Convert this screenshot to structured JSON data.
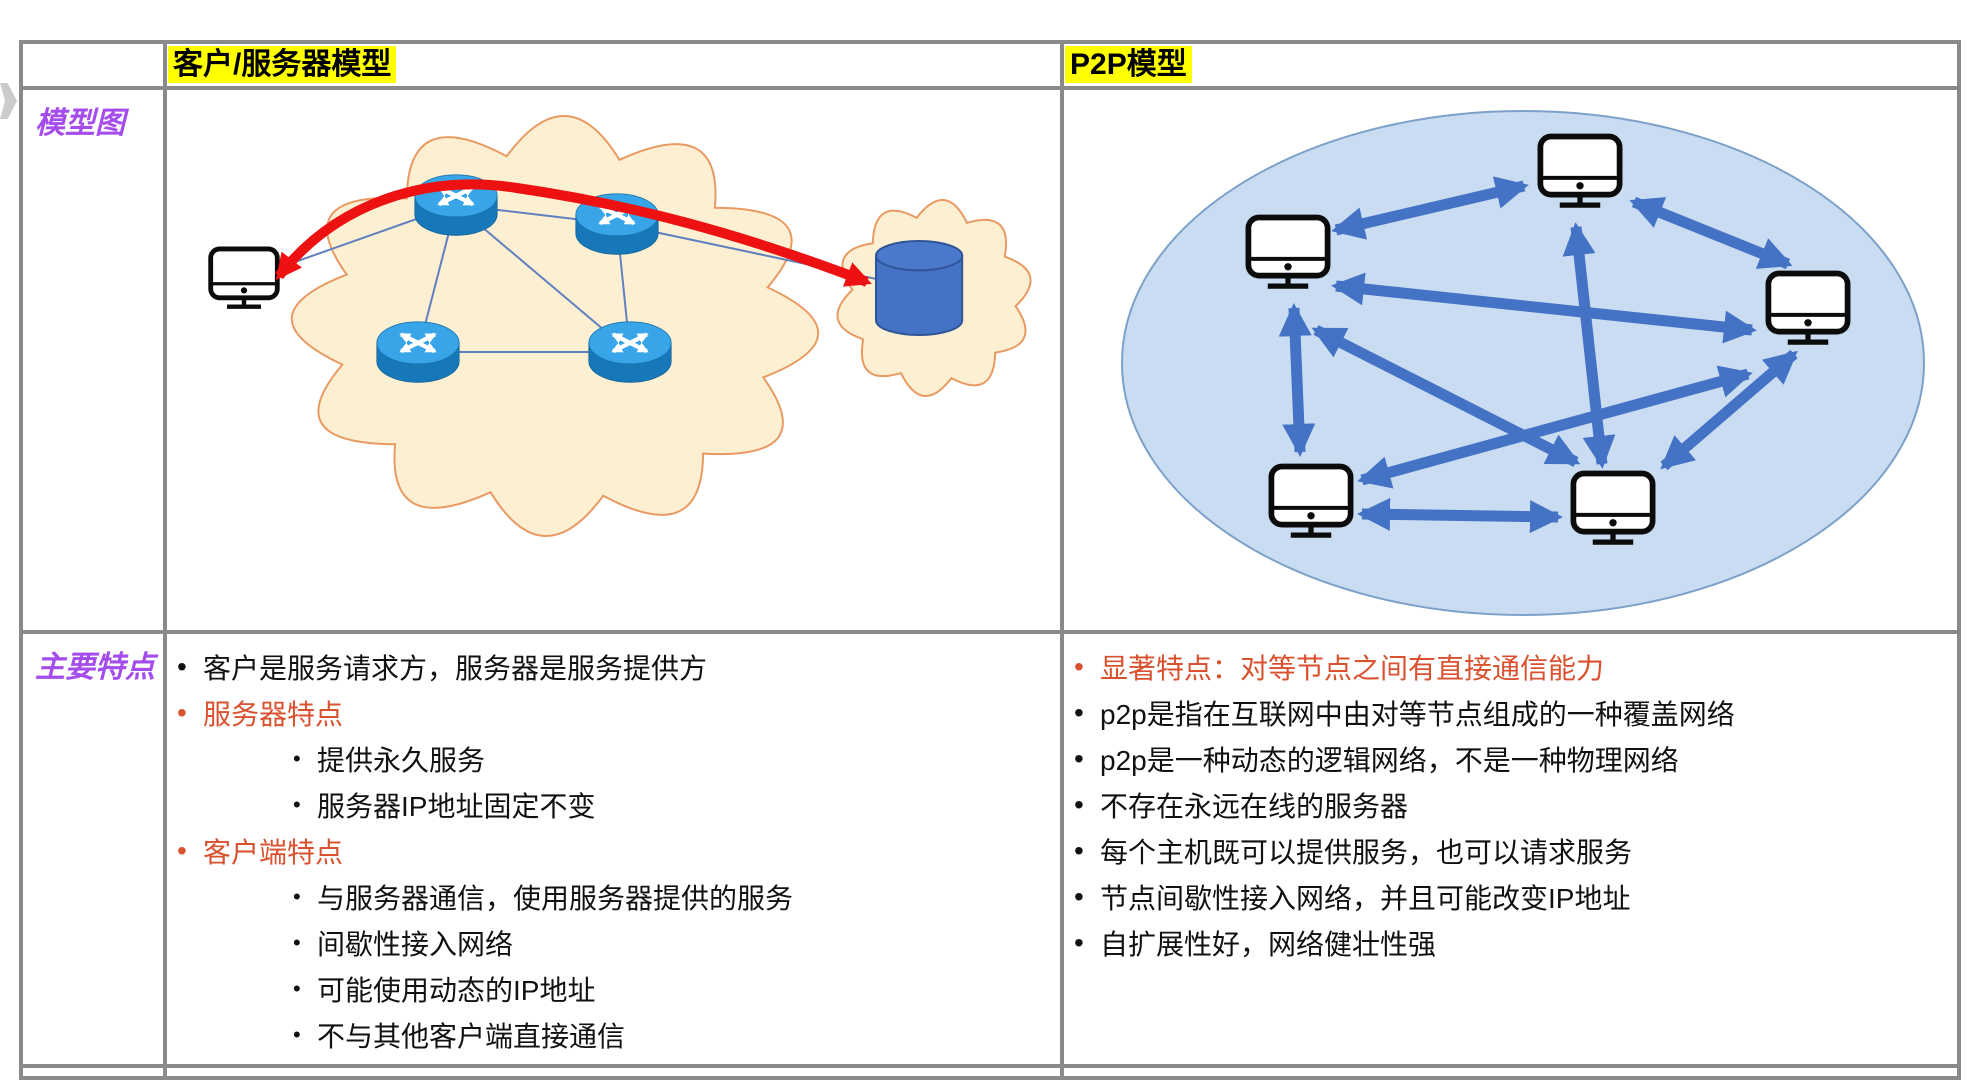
{
  "page": {
    "background": "#FFFFFF"
  },
  "nav": {
    "chevron_icon": "right-chevron"
  },
  "table": {
    "border_color": "#8A8A8A",
    "header": {
      "client_server": "客户/服务器模型",
      "p2p": "P2P模型",
      "highlight_color": "#FFFF00"
    },
    "row_labels": {
      "model_diagram": "模型图",
      "main_features": "主要特点",
      "color": "#A54CEC"
    }
  },
  "features": {
    "emphasis_color": "#D9512E",
    "text_color": "#111111",
    "client_server": [
      {
        "text": "客户是服务请求方，服务器是服务提供方",
        "level": 1,
        "emphasis": false
      },
      {
        "text": "服务器特点",
        "level": 1,
        "emphasis": true
      },
      {
        "text": "提供永久服务",
        "level": 2,
        "emphasis": false
      },
      {
        "text": "服务器IP地址固定不变",
        "level": 2,
        "emphasis": false
      },
      {
        "text": "客户端特点",
        "level": 1,
        "emphasis": true
      },
      {
        "text": "与服务器通信，使用服务器提供的服务",
        "level": 2,
        "emphasis": false
      },
      {
        "text": "间歇性接入网络",
        "level": 2,
        "emphasis": false
      },
      {
        "text": "可能使用动态的IP地址",
        "level": 2,
        "emphasis": false
      },
      {
        "text": "不与其他客户端直接通信",
        "level": 2,
        "emphasis": false
      }
    ],
    "p2p": [
      {
        "text": "显著特点：对等节点之间有直接通信能力",
        "level": 1,
        "emphasis": true
      },
      {
        "text": "p2p是指在互联网中由对等节点组成的一种覆盖网络",
        "level": 1,
        "emphasis": false
      },
      {
        "text": "p2p是一种动态的逻辑网络，不是一种物理网络",
        "level": 1,
        "emphasis": false
      },
      {
        "text": "不存在永远在线的服务器",
        "level": 1,
        "emphasis": false
      },
      {
        "text": "每个主机既可以提供服务，也可以请求服务",
        "level": 1,
        "emphasis": false
      },
      {
        "text": "节点间歇性接入网络，并且可能改变IP地址",
        "level": 1,
        "emphasis": false
      },
      {
        "text": "自扩展性好，网络健壮性强",
        "level": 1,
        "emphasis": false
      }
    ]
  },
  "diagrams": {
    "client_server": {
      "icons": {
        "client": "monitor-icon",
        "router": "router-icon",
        "server": "database-cylinder-icon",
        "network": "cloud-shape",
        "route": "red-double-arrow"
      },
      "router_count": 4,
      "colors": {
        "cloud_fill": "#FCEFD2",
        "cloud_stroke": "#E99A62",
        "router_top": "#38A5E8",
        "router_body": "#1678B8",
        "server_fill": "#4472C4",
        "server_stroke": "#2F5597",
        "link_color": "#6080C0",
        "route_color": "#EE1111"
      }
    },
    "p2p": {
      "icons": {
        "peer": "monitor-icon",
        "boundary": "ellipse-shape",
        "link": "blue-double-arrow"
      },
      "peer_count": 5,
      "peers": [
        "top",
        "left",
        "right",
        "bottom-left",
        "bottom-center"
      ],
      "links": [
        [
          "left",
          "top"
        ],
        [
          "left",
          "right"
        ],
        [
          "left",
          "bottom-left"
        ],
        [
          "left",
          "bottom-center"
        ],
        [
          "top",
          "bottom-center"
        ],
        [
          "top",
          "right"
        ],
        [
          "bottom-left",
          "right"
        ],
        [
          "bottom-left",
          "bottom-center"
        ],
        [
          "bottom-center",
          "right"
        ]
      ],
      "colors": {
        "ellipse_fill": "#C9DCF2",
        "ellipse_stroke": "#7CA1C8",
        "arrow_color": "#4472C4",
        "monitor_stroke": "#0B0B0B"
      }
    }
  }
}
